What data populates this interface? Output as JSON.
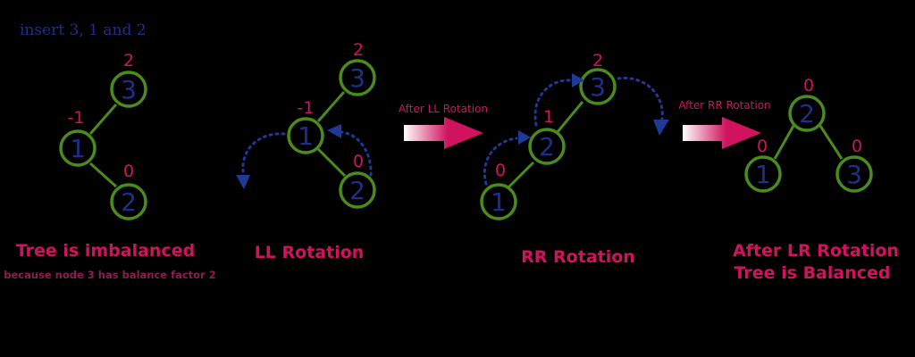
{
  "note": "insert 3, 1 and 2",
  "colors": {
    "node_stroke": "#4b8b1e",
    "node_text": "#1e2f8a",
    "balance_factor": "#d0135f",
    "caption": "#d0135f",
    "rotation_arrow": "#1e3a96",
    "big_arrow": "#d0135f"
  },
  "stages": [
    {
      "nodes": [
        {
          "value": "3",
          "balance": "2"
        },
        {
          "value": "1",
          "balance": "-1"
        },
        {
          "value": "2",
          "balance": "0"
        }
      ],
      "caption": [
        "Tree is imbalanced"
      ],
      "subcaption": "because node 3 has balance factor 2"
    },
    {
      "nodes": [
        {
          "value": "3",
          "balance": "2"
        },
        {
          "value": "1",
          "balance": "-1"
        },
        {
          "value": "2",
          "balance": "0"
        }
      ],
      "caption": [
        "LL Rotation"
      ]
    },
    {
      "nodes": [
        {
          "value": "3",
          "balance": "2"
        },
        {
          "value": "2",
          "balance": "1"
        },
        {
          "value": "1",
          "balance": "0"
        }
      ],
      "caption": [
        "RR Rotation"
      ]
    },
    {
      "nodes": [
        {
          "value": "2",
          "balance": "0"
        },
        {
          "value": "1",
          "balance": "0"
        },
        {
          "value": "3",
          "balance": "0"
        }
      ],
      "caption": [
        "After LR Rotation",
        "Tree is Balanced"
      ]
    }
  ],
  "transitions": [
    {
      "label": "After LL Rotation"
    },
    {
      "label": "After RR Rotation"
    }
  ]
}
